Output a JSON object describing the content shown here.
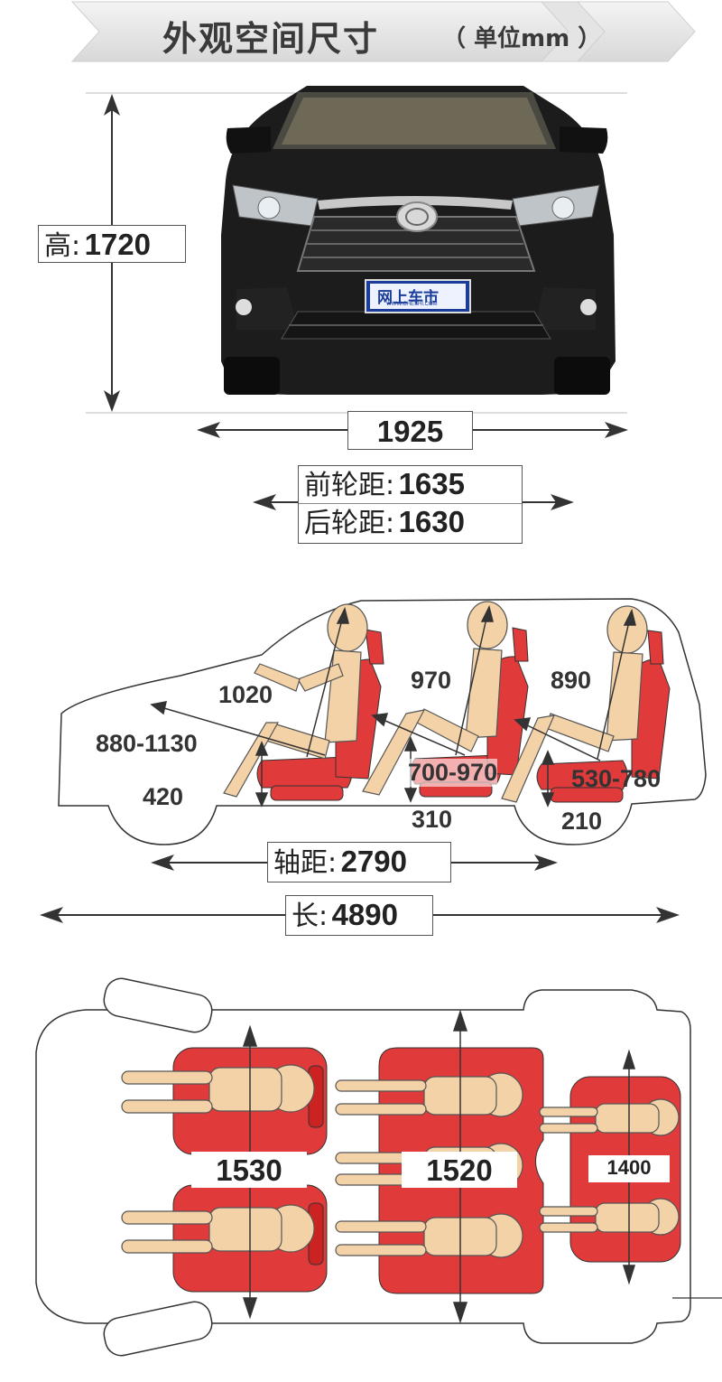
{
  "header": {
    "title": "外观空间尺寸",
    "unit": "（ 单位mm ）"
  },
  "front_view": {
    "height_label": "高:",
    "height_value": "1720",
    "width_value": "1925",
    "front_track_label": "前轮距:",
    "front_track_value": "1635",
    "rear_track_label": "后轮距:",
    "rear_track_value": "1630",
    "plate_text_top": "网上车市",
    "plate_text_bottom": "WWW.CHESHI.COM"
  },
  "side_view": {
    "headroom_row1": "1020",
    "headroom_row2": "970",
    "headroom_row3": "890",
    "legroom_row1": "880-1130",
    "legroom_row2": "700-970",
    "legroom_row3": "530-780",
    "seat_height_row1": "420",
    "seat_height_row2": "310",
    "seat_height_row3": "210",
    "wheelbase_label": "轴距:",
    "wheelbase_value": "2790",
    "length_label": "长:",
    "length_value": "4890"
  },
  "top_view": {
    "shoulder_row1": "1530",
    "shoulder_row2": "1520",
    "shoulder_row3": "1400"
  },
  "colors": {
    "seat_red": "#e03a3a",
    "skin": "#f4d2a8",
    "line": "#333333"
  }
}
